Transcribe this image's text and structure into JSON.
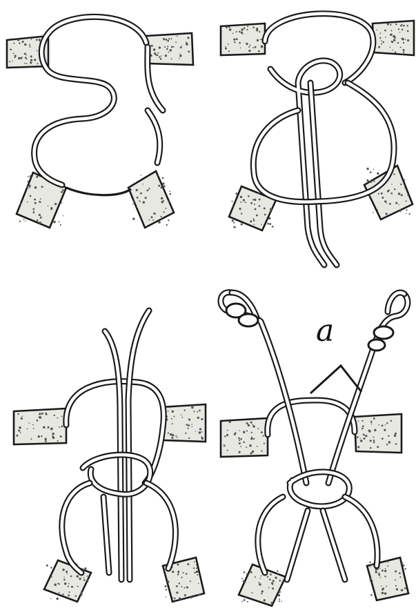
{
  "figure": {
    "label": "a",
    "panels": [
      {
        "id": "panel-1"
      },
      {
        "id": "panel-2"
      },
      {
        "id": "panel-3"
      },
      {
        "id": "panel-4"
      }
    ],
    "colors": {
      "ink": "#1a1a1a",
      "background": "#ffffff",
      "cord_fill": "#ffffff",
      "strap_fill": "#e8e8e2"
    }
  }
}
